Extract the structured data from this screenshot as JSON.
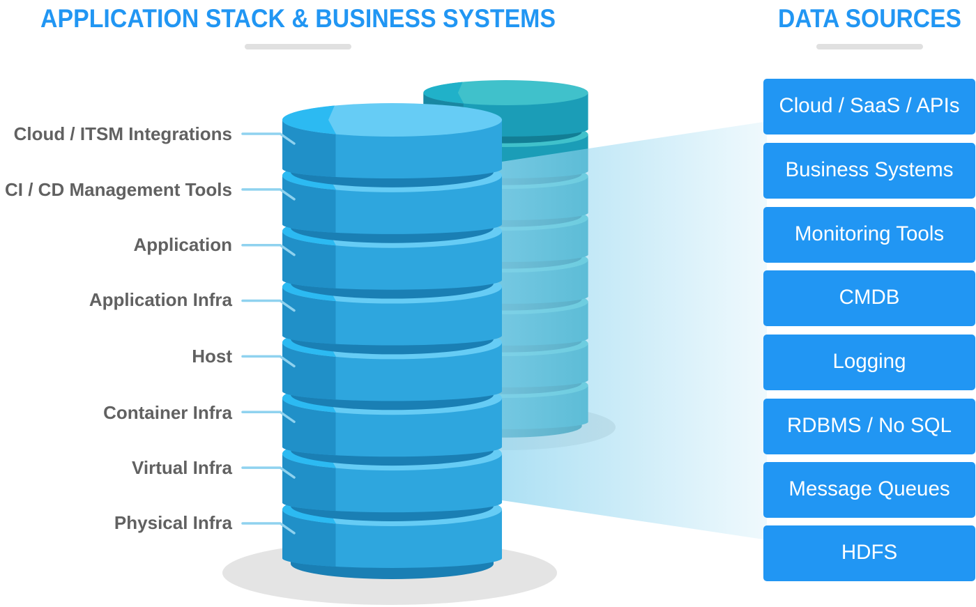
{
  "application_stack": {
    "title": "APPLICATION STACK & BUSINESS SYSTEMS",
    "layers": [
      {
        "label": "Cloud / ITSM Integrations"
      },
      {
        "label": "CI / CD Management Tools"
      },
      {
        "label": "Application"
      },
      {
        "label": "Application Infra"
      },
      {
        "label": "Host"
      },
      {
        "label": "Container Infra"
      },
      {
        "label": "Virtual Infra"
      },
      {
        "label": "Physical Infra"
      }
    ]
  },
  "background_stack": {
    "layer_count": 8
  },
  "data_sources": {
    "title": "DATA SOURCES",
    "items": [
      {
        "label": "Cloud / SaaS / APIs"
      },
      {
        "label": "Business Systems"
      },
      {
        "label": "Monitoring Tools"
      },
      {
        "label": "CMDB"
      },
      {
        "label": "Logging"
      },
      {
        "label": "RDBMS / No SQL"
      },
      {
        "label": "Message Queues"
      },
      {
        "label": "HDFS"
      }
    ]
  },
  "colors": {
    "title_text": "#2196f3",
    "title_underline": "#e0e0e0",
    "layer_label_text": "#616161",
    "connector_line": "#8fd2ef",
    "source_box_fill": "#2196f3",
    "source_box_text": "#ffffff",
    "ground_shadow": "#e4e4e4",
    "flow_beam": "#92d6f0",
    "front_cylinder": {
      "top": "#66ccf5",
      "top_highlight": "#2cbaf2",
      "side": "#2ea6de",
      "side_shade": "#2090c8",
      "gap": "#1a7fb4"
    },
    "back_cylinder": {
      "top": "#40c1cb",
      "top_highlight": "#20b1c9",
      "side": "#1b9db7",
      "side_shade": "#1987a2",
      "gap": "#127e95"
    }
  }
}
